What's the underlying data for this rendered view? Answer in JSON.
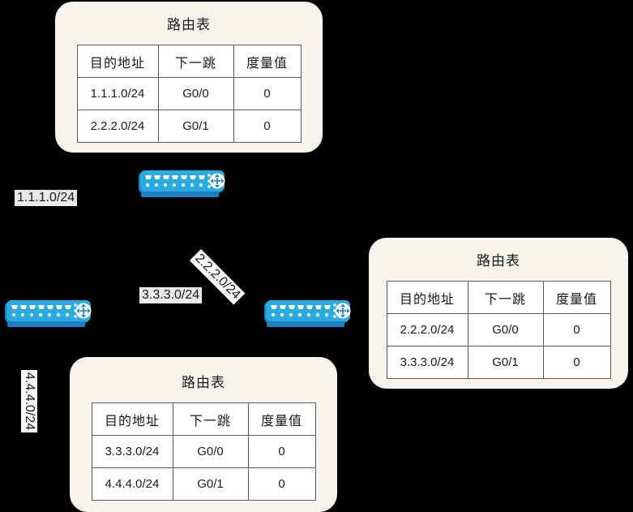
{
  "diagram": {
    "title_text": "路由表",
    "background_color": "#000000",
    "card_color": "#f7f5ee",
    "device_color": "#29abe2",
    "device_shadow_color": "#1b7fc4"
  },
  "tables": [
    {
      "id": "routing-table-top",
      "title": "路由表",
      "headers": [
        "目的地址",
        "下一跳",
        "度量值"
      ],
      "rows": [
        [
          "1.1.1.0/24",
          "G0/0",
          "0"
        ],
        [
          "2.2.2.0/24",
          "G0/1",
          "0"
        ]
      ]
    },
    {
      "id": "routing-table-right",
      "title": "路由表",
      "headers": [
        "目的地址",
        "下一跳",
        "度量值"
      ],
      "rows": [
        [
          "2.2.2.0/24",
          "G0/0",
          "0"
        ],
        [
          "3.3.3.0/24",
          "G0/1",
          "0"
        ]
      ]
    },
    {
      "id": "routing-table-bottom",
      "title": "路由表",
      "headers": [
        "目的地址",
        "下一跳",
        "度量值"
      ],
      "rows": [
        [
          "3.3.3.0/24",
          "G0/0",
          "0"
        ],
        [
          "4.4.4.0/24",
          "G0/1",
          "0"
        ]
      ]
    }
  ],
  "network_labels": [
    {
      "id": "net-1",
      "text": "1.1.1.0/24"
    },
    {
      "id": "net-2",
      "text": "2.2.2.0/24"
    },
    {
      "id": "net-3",
      "text": "3.3.3.0/24"
    },
    {
      "id": "net-4",
      "text": "4.4.4.0/24"
    }
  ],
  "devices": [
    {
      "id": "device-top",
      "name": "network-switch"
    },
    {
      "id": "device-left",
      "name": "network-switch"
    },
    {
      "id": "device-right",
      "name": "network-switch"
    }
  ]
}
